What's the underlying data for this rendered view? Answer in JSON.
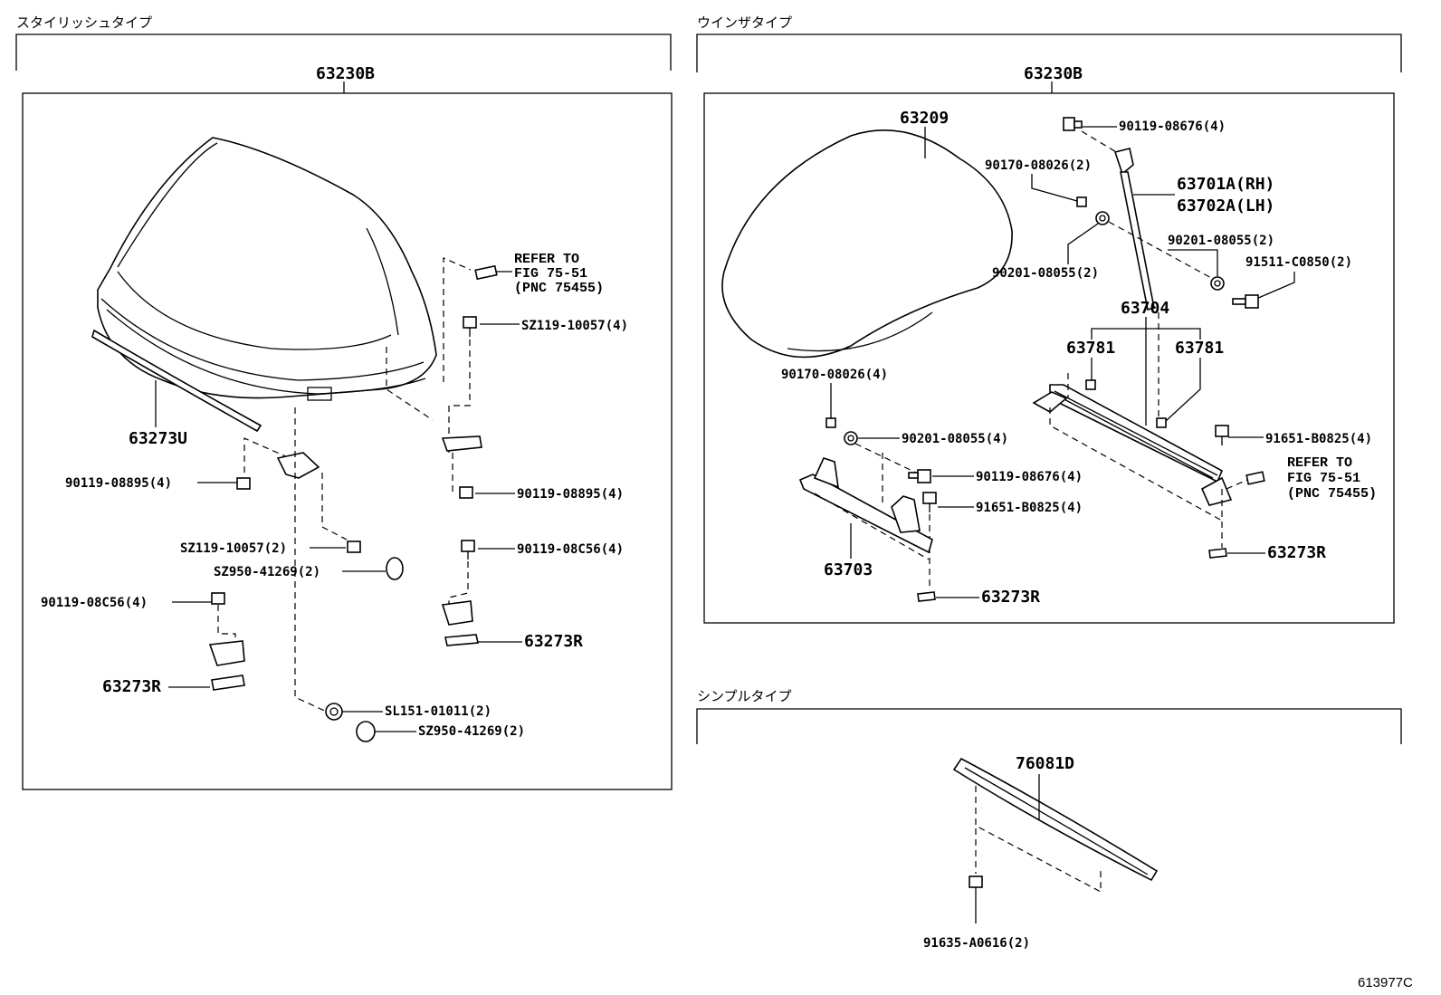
{
  "sections": {
    "stylish": {
      "title": "スタイリッシュタイプ",
      "assembly": "63230B",
      "labels": {
        "refer": [
          "REFER TO",
          "FIG 75-51",
          "(PNC 75455)"
        ],
        "sz119_4": "SZ119-10057(4)",
        "p63273u": "63273U",
        "p90119_08895_left": "90119-08895(4)",
        "p90119_08895_right": "90119-08895(4)",
        "p90119_08c56_right": "90119-08C56(4)",
        "sz119_2": "SZ119-10057(2)",
        "sz950_a": "SZ950-41269(2)",
        "p90119_08c56_left": "90119-08C56(4)",
        "p63273r_right": "63273R",
        "p63273r_left": "63273R",
        "sl151": "SL151-01011(2)",
        "sz950_b": "SZ950-41269(2)"
      }
    },
    "wing": {
      "title": "ウインザタイプ",
      "assembly": "63230B",
      "labels": {
        "p63209": "63209",
        "p90119_08676_top": "90119-08676(4)",
        "p90170_08026_2": "90170-08026(2)",
        "p63701a": "63701A(RH)",
        "p63702a": "63702A(LH)",
        "p90201_08055_right": "90201-08055(2)",
        "p91511": "91511-C0850(2)",
        "p90201_08055_left": "90201-08055(2)",
        "p63704": "63704",
        "p63781_left": "63781",
        "p63781_right": "63781",
        "p90170_08026_4": "90170-08026(4)",
        "p91651_right": "91651-B0825(4)",
        "p90201_08055_4": "90201-08055(4)",
        "refer": [
          "REFER TO",
          "FIG 75-51",
          "(PNC 75455)"
        ],
        "p90119_08676_mid": "90119-08676(4)",
        "p91651_mid": "91651-B0825(4)",
        "p63703": "63703",
        "p63273r_right": "63273R",
        "p63273r_bottom": "63273R"
      }
    },
    "simple": {
      "title": "シンプルタイプ",
      "labels": {
        "p76081d": "76081D",
        "p91635": "91635-A0616(2)"
      }
    }
  },
  "figure_id": "613977C"
}
